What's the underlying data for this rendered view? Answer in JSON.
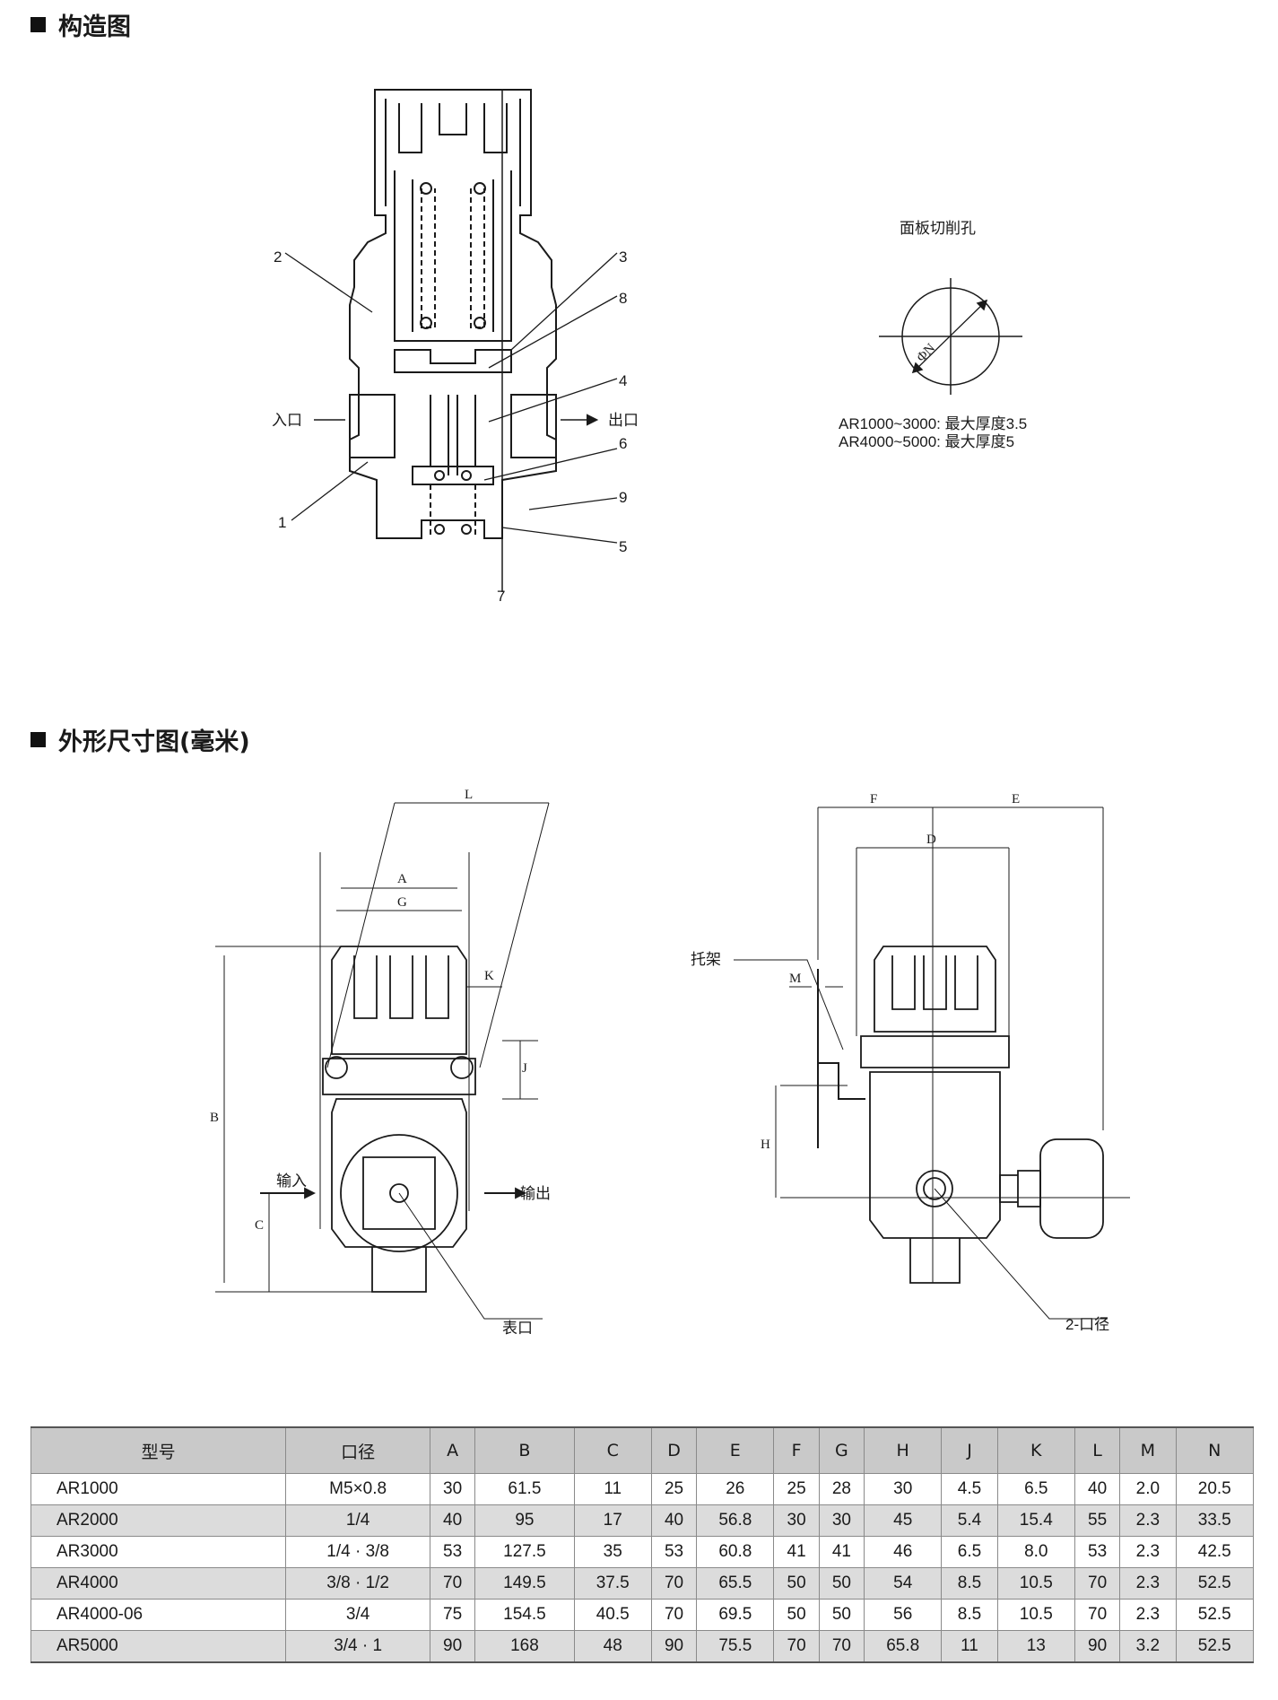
{
  "sections": {
    "structure_title": "构造图",
    "dimensions_title": "外形尺寸图(毫米)"
  },
  "structure": {
    "callouts": [
      "2",
      "3",
      "8",
      "4",
      "6",
      "9",
      "5",
      "7",
      "1"
    ],
    "inlet": "入口",
    "outlet": "出口"
  },
  "panel_cut": {
    "title": "面板切削孔",
    "dia_label": "ΦN",
    "notes": [
      "AR1000~3000: 最大厚度3.5",
      "AR4000~5000: 最大厚度5"
    ]
  },
  "front_view": {
    "dims": [
      "L",
      "A",
      "G",
      "K",
      "J",
      "B",
      "C"
    ],
    "inlet": "输入",
    "outlet": "输出",
    "gauge_port": "表口"
  },
  "side_view": {
    "dims": [
      "F",
      "E",
      "D",
      "M",
      "H"
    ],
    "bracket": "托架",
    "port": "2-口径"
  },
  "table": {
    "headers": [
      "型号",
      "口径",
      "A",
      "B",
      "C",
      "D",
      "E",
      "F",
      "G",
      "H",
      "J",
      "K",
      "L",
      "M",
      "N"
    ],
    "rows": [
      [
        "AR1000",
        "M5×0.8",
        "30",
        "61.5",
        "11",
        "25",
        "26",
        "25",
        "28",
        "30",
        "4.5",
        "6.5",
        "40",
        "2.0",
        "20.5"
      ],
      [
        "AR2000",
        "1/4",
        "40",
        "95",
        "17",
        "40",
        "56.8",
        "30",
        "30",
        "45",
        "5.4",
        "15.4",
        "55",
        "2.3",
        "33.5"
      ],
      [
        "AR3000",
        "1/4 · 3/8",
        "53",
        "127.5",
        "35",
        "53",
        "60.8",
        "41",
        "41",
        "46",
        "6.5",
        "8.0",
        "53",
        "2.3",
        "42.5"
      ],
      [
        "AR4000",
        "3/8 · 1/2",
        "70",
        "149.5",
        "37.5",
        "70",
        "65.5",
        "50",
        "50",
        "54",
        "8.5",
        "10.5",
        "70",
        "2.3",
        "52.5"
      ],
      [
        "AR4000-06",
        "3/4",
        "75",
        "154.5",
        "40.5",
        "70",
        "69.5",
        "50",
        "50",
        "56",
        "8.5",
        "10.5",
        "70",
        "2.3",
        "52.5"
      ],
      [
        "AR5000",
        "3/4 · 1",
        "90",
        "168",
        "48",
        "90",
        "75.5",
        "70",
        "70",
        "65.8",
        "11",
        "13",
        "90",
        "3.2",
        "52.5"
      ]
    ]
  }
}
